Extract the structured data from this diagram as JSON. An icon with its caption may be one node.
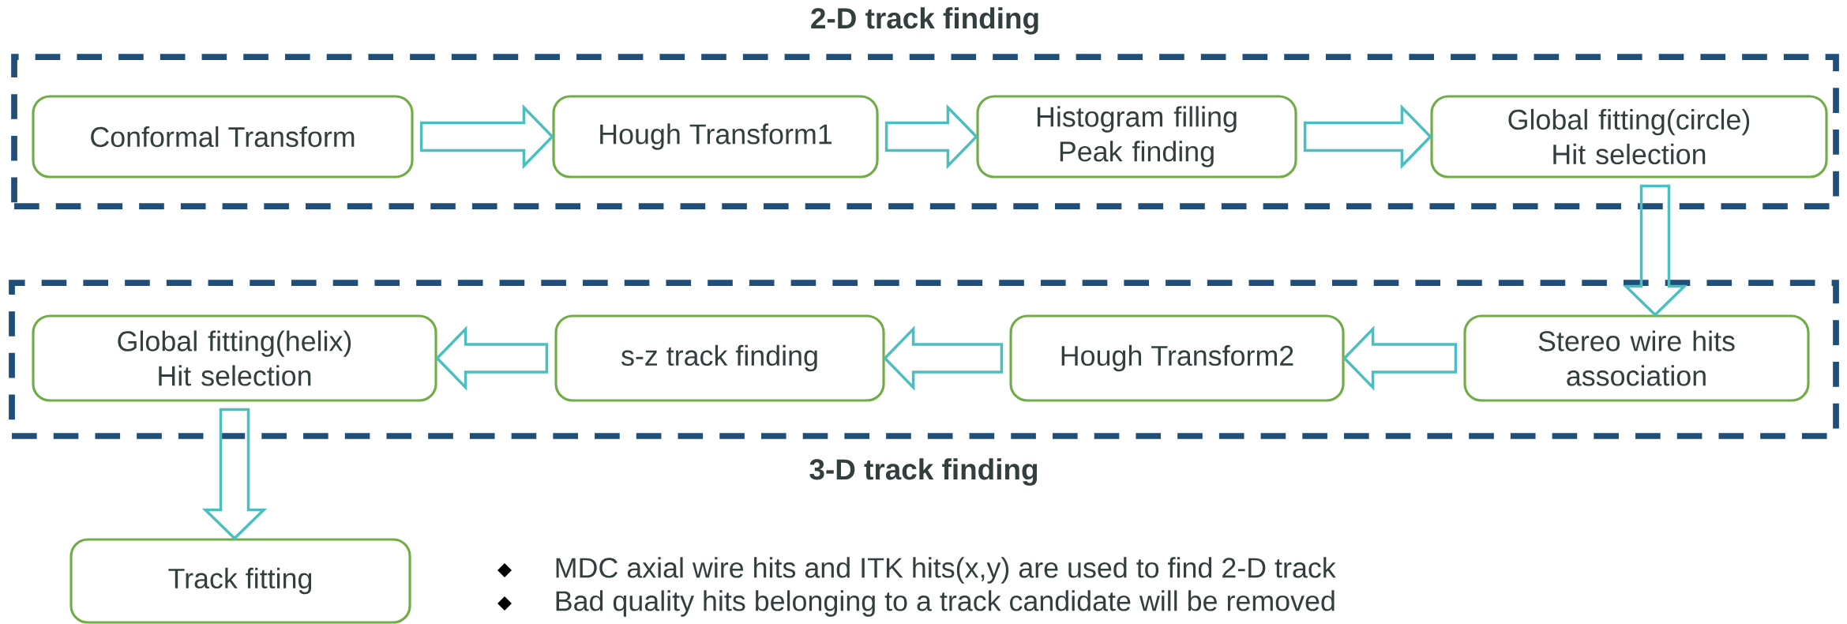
{
  "diagram": {
    "nodes": [
      {
        "text": [
          "2-D track finding"
        ]
      },
      {
        "text": [
          "Conformal Transform"
        ],
        "in": 0
      },
      {
        "text": [
          "Hough Transform1"
        ],
        "in": 0
      },
      {
        "text": [
          "Histogram filling Peak finding"
        ],
        "in": 0
      },
      {
        "text": [
          "Global fitting(circle) Hit selection"
        ],
        "in": 0
      },
      {
        "text": [
          "3-D track finding"
        ]
      },
      {
        "text": [
          "Global fitting(helix) Hit selection"
        ],
        "in": 5
      },
      {
        "text": [
          "s-z track finding"
        ],
        "in": 5
      },
      {
        "text": [
          "Hough Transform2"
        ],
        "in": 5
      },
      {
        "text": [
          "Stereo wire hits association"
        ],
        "in": 5
      },
      {
        "text": [
          "Track fitting"
        ]
      }
    ],
    "edges": [
      {
        "from": 1,
        "to": 2,
        "arrow": "to"
      },
      {
        "from": 2,
        "to": 3,
        "arrow": "to"
      },
      {
        "from": 3,
        "to": 4,
        "arrow": "to"
      },
      {
        "from": 4,
        "to": 9,
        "arrow": "to"
      },
      {
        "from": 9,
        "to": 8,
        "arrow": "to"
      },
      {
        "from": 8,
        "to": 7,
        "arrow": "to"
      },
      {
        "from": 7,
        "to": 6,
        "arrow": "to"
      },
      {
        "from": 6,
        "to": 10,
        "arrow": "to"
      }
    ],
    "labels": [
      "MDC axial wire hits and ITK hits(x,y) are used to find 2-D track",
      "Bad quality hits belonging to a track candidate will be removed"
    ]
  }
}
